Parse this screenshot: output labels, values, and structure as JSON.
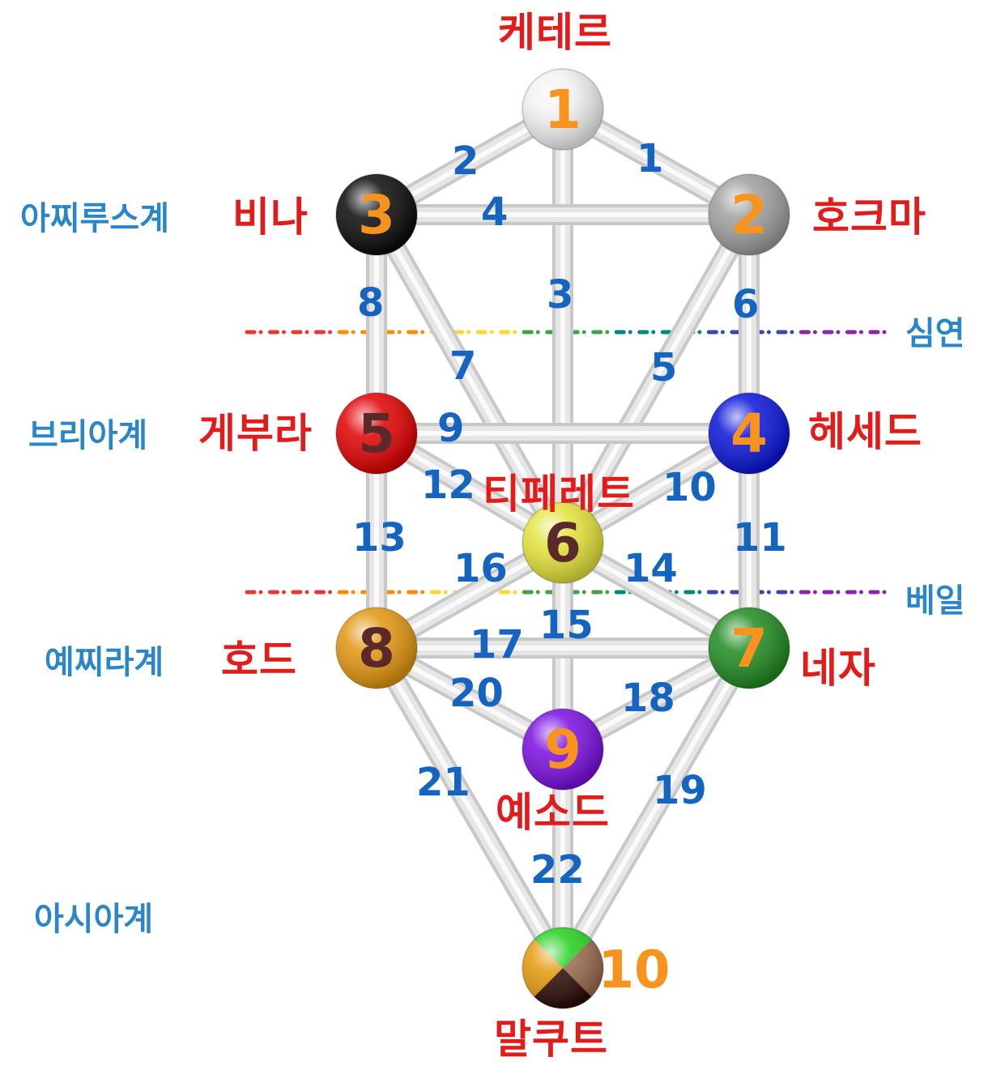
{
  "sephirot": [
    {
      "num": "1",
      "name": "케테르",
      "fill": "#f2f2f2",
      "numColor": "#f7931e"
    },
    {
      "num": "2",
      "name": "호크마",
      "fill": "#9e9e9e",
      "numColor": "#f7931e"
    },
    {
      "num": "3",
      "name": "비나",
      "fill": "#0a0a0a",
      "numColor": "#f7931e"
    },
    {
      "num": "4",
      "name": "헤세드",
      "fill": "#0a14d8",
      "numColor": "#f7931e"
    },
    {
      "num": "5",
      "name": "게부라",
      "fill": "#e00000",
      "numColor": "#5a2a2a"
    },
    {
      "num": "6",
      "name": "티페레트",
      "fill": "#e4e33a",
      "numColor": "#5a2a2a"
    },
    {
      "num": "7",
      "name": "네자",
      "fill": "#1f8a1f",
      "numColor": "#f7931e"
    },
    {
      "num": "8",
      "name": "호드",
      "fill": "#e2950e",
      "numColor": "#5a2a2a"
    },
    {
      "num": "9",
      "name": "예소드",
      "fill": "#7a0ee0",
      "numColor": "#f7931e"
    },
    {
      "num": "10",
      "name": "말쿠트",
      "quadColors": [
        "#22d11e",
        "#9b6b4e",
        "#2b0c06",
        "#e59a0c"
      ],
      "numColor": "#f7931e"
    }
  ],
  "paths": [
    "1",
    "2",
    "3",
    "4",
    "5",
    "6",
    "7",
    "8",
    "9",
    "10",
    "11",
    "12",
    "13",
    "14",
    "15",
    "16",
    "17",
    "18",
    "19",
    "20",
    "21",
    "22"
  ],
  "worlds": [
    "아찌루스계",
    "브리아계",
    "예찌라계",
    "아시아계"
  ],
  "veils": [
    "심연",
    "베일"
  ],
  "veil_colors": [
    "#e53935",
    "#fb8c00",
    "#fdd835",
    "#43a047",
    "#00897b",
    "#3949ab",
    "#8e24aa"
  ],
  "colors": {
    "sephira_name": "#e21b1b",
    "path_number": "#1565c0",
    "world_label": "#2a86c8",
    "tube": "#d9d9d9"
  }
}
